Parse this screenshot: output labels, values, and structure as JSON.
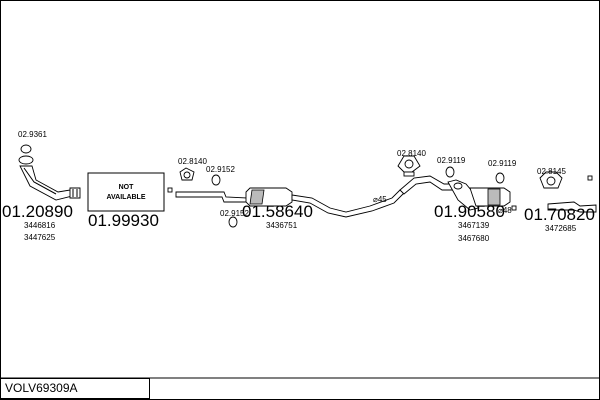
{
  "diagram": {
    "code": "VOLV69309A",
    "not_available_line1": "NOT",
    "not_available_line2": "AVAILABLE",
    "parts": {
      "front_pipe": {
        "number": "01.20890",
        "oem1": "3446816",
        "oem2": "3447625"
      },
      "not_available": {
        "number": "01.99930"
      },
      "middle_silencer": {
        "number": "01.58640",
        "oem1": "3436751"
      },
      "rear_silencer": {
        "number": "01.90580",
        "oem1": "3467139",
        "oem2": "3467680"
      },
      "tail_pipe": {
        "number": "01.70820",
        "oem1": "3472685"
      }
    },
    "fittings": {
      "f1": "02.9361",
      "f2": "02.8140",
      "f3": "02.9152",
      "f4": "02.9152",
      "f5": "02.8140",
      "f6": "02.9119",
      "f7": "02.9119",
      "f8": "02.8145"
    },
    "diameters": {
      "d1": "⌀45",
      "d2": "⌀48"
    }
  }
}
